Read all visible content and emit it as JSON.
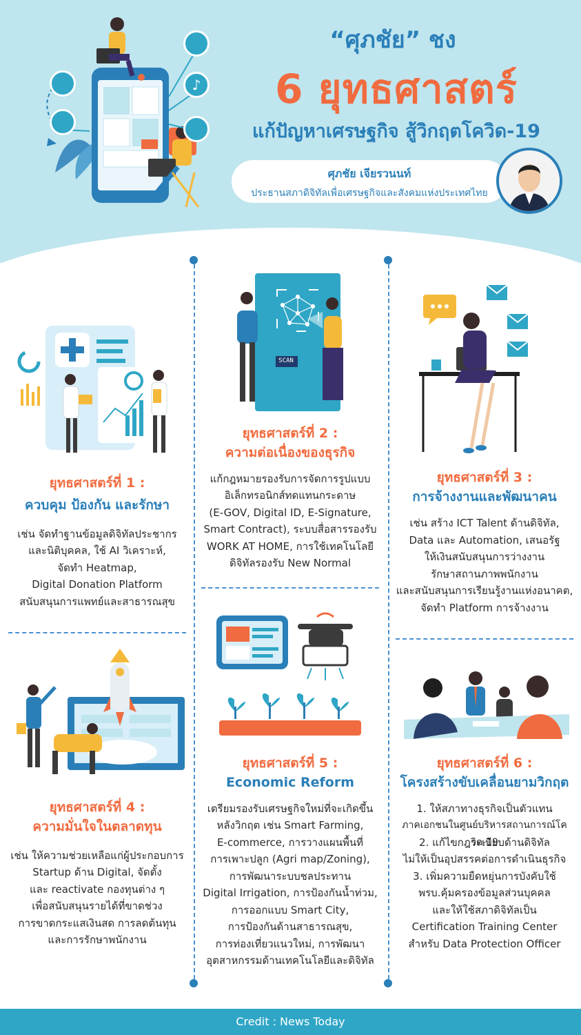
{
  "header": {
    "title_line1": "“ศุภชัย” ชง",
    "title_line2": "6 ยุทธศาสตร์",
    "title_line3": "แก้ปัญหาเศรษฐกิจ สู้วิกฤตโควิด-19",
    "person_name": "ศุภชัย เจียรวนนท์",
    "person_role": "ประธานสภาดิจิทัลเพื่อเศรษฐกิจและสังคมแห่งประเทศไทย"
  },
  "strategies": [
    {
      "number": "ยุทธศาสตร์ที่ 1 :",
      "name": "ควบคุม ป้องกัน และรักษา",
      "lines": [
        "เช่น จัดทำฐานข้อมูลดิจิทัลประชากร",
        "และนิติบุคคล, ใช้ AI วิเคราะห์,",
        "จัดทำ Heatmap,",
        "Digital Donation Platform",
        "สนับสนุนการแพทย์และสาธารณสุข"
      ]
    },
    {
      "number": "ยุทธศาสตร์ที่ 2 :",
      "name": "ความต่อเนื่องของธุรกิจ",
      "lines": [
        "แก้กฎหมายรองรับการจัดการรูปแบบ",
        "อิเล็กทรอนิกส์ทดแทนกระดาษ",
        "(E-GOV, Digital ID, E-Signature,",
        "Smart Contract), ระบบสื่อสารรองรับ",
        "WORK AT HOME, การใช้เทคโนโลยี",
        "ดิจิทัลรองรับ New Normal"
      ]
    },
    {
      "number": "ยุทธศาสตร์ที่ 3 :",
      "name": "การจ้างงานและพัฒนาคน",
      "lines": [
        "เช่น สร้าง ICT Talent ด้านดิจิทัล,",
        "Data และ Automation, เสนอรัฐ",
        "ให้เงินสนับสนุนการว่างงาน",
        "รักษาสถานภาพพนักงาน",
        "และสนับสนุนการเรียนรู้งานแห่งอนาคต,",
        "จัดทำ Platform การจ้างงาน"
      ]
    },
    {
      "number": "ยุทธศาสตร์ที่ 4 :",
      "name": "ความมั่นใจในตลาดทุน",
      "lines": [
        "เช่น ให้ความช่วยเหลือแก่ผู้ประกอบการ",
        "Startup ด้าน Digital, จัดตั้ง",
        "และ reactivate กองทุนต่าง ๆ",
        "เพื่อสนับสนุนรายได้ที่ขาดช่วง",
        "การขาดกระแสเงินสด การลดต้นทุน",
        "และการรักษาพนักงาน"
      ]
    },
    {
      "number": "ยุทธศาสตร์ที่ 5 :",
      "name": "Economic Reform",
      "lines": [
        "เตรียมรองรับเศรษฐกิจใหม่ที่จะเกิดขึ้น",
        "หลังวิกฤต เช่น Smart Farming,",
        "E-commerce, การวางแผนพื้นที่",
        "การเพาะปลูก (Agri map/Zoning),",
        "การพัฒนาระบบชลประทาน",
        "Digital Irrigation, การป้องกันน้ำท่วม,",
        "การออกแบบ Smart City,",
        "การป้องกันด้านสาธารณสุข,",
        "การท่องเที่ยวแนวใหม่, การพัฒนา",
        "อุตสาหกรรมด้านเทคโนโลยีและดิจิทัล"
      ]
    },
    {
      "number": "ยุทธศาสตร์ที่ 6 :",
      "name": "โครงสร้างขับเคลื่อนยามวิกฤต",
      "lines": [
        "1. ให้สภาทางธุรกิจเป็นตัวแทน",
        "ภาคเอกชนในศูนย์บริหารสถานการณ์โควิด-19",
        "2. แก้ไขกฎระเบียบด้านดิจิทัล",
        "ไม่ให้เป็นอุปสรรคต่อการดำเนินธุรกิจ",
        "3. เพิ่มความยืดหยุ่นการบังคับใช้",
        "พรบ.คุ้มครองข้อมูลส่วนบุคคล",
        "และให้ใช้สภาดิจิทัลเป็น",
        "Certification Training Center",
        "สำหรับ Data Protection Officer"
      ]
    }
  ],
  "scan_label": "SCAN",
  "footer": {
    "credit": "Credit : News Today"
  },
  "colors": {
    "accent_blue": "#2a7fb8",
    "accent_orange": "#f06b3f",
    "header_bg": "#bfe5ee",
    "footer_bg": "#2fa6c6"
  }
}
